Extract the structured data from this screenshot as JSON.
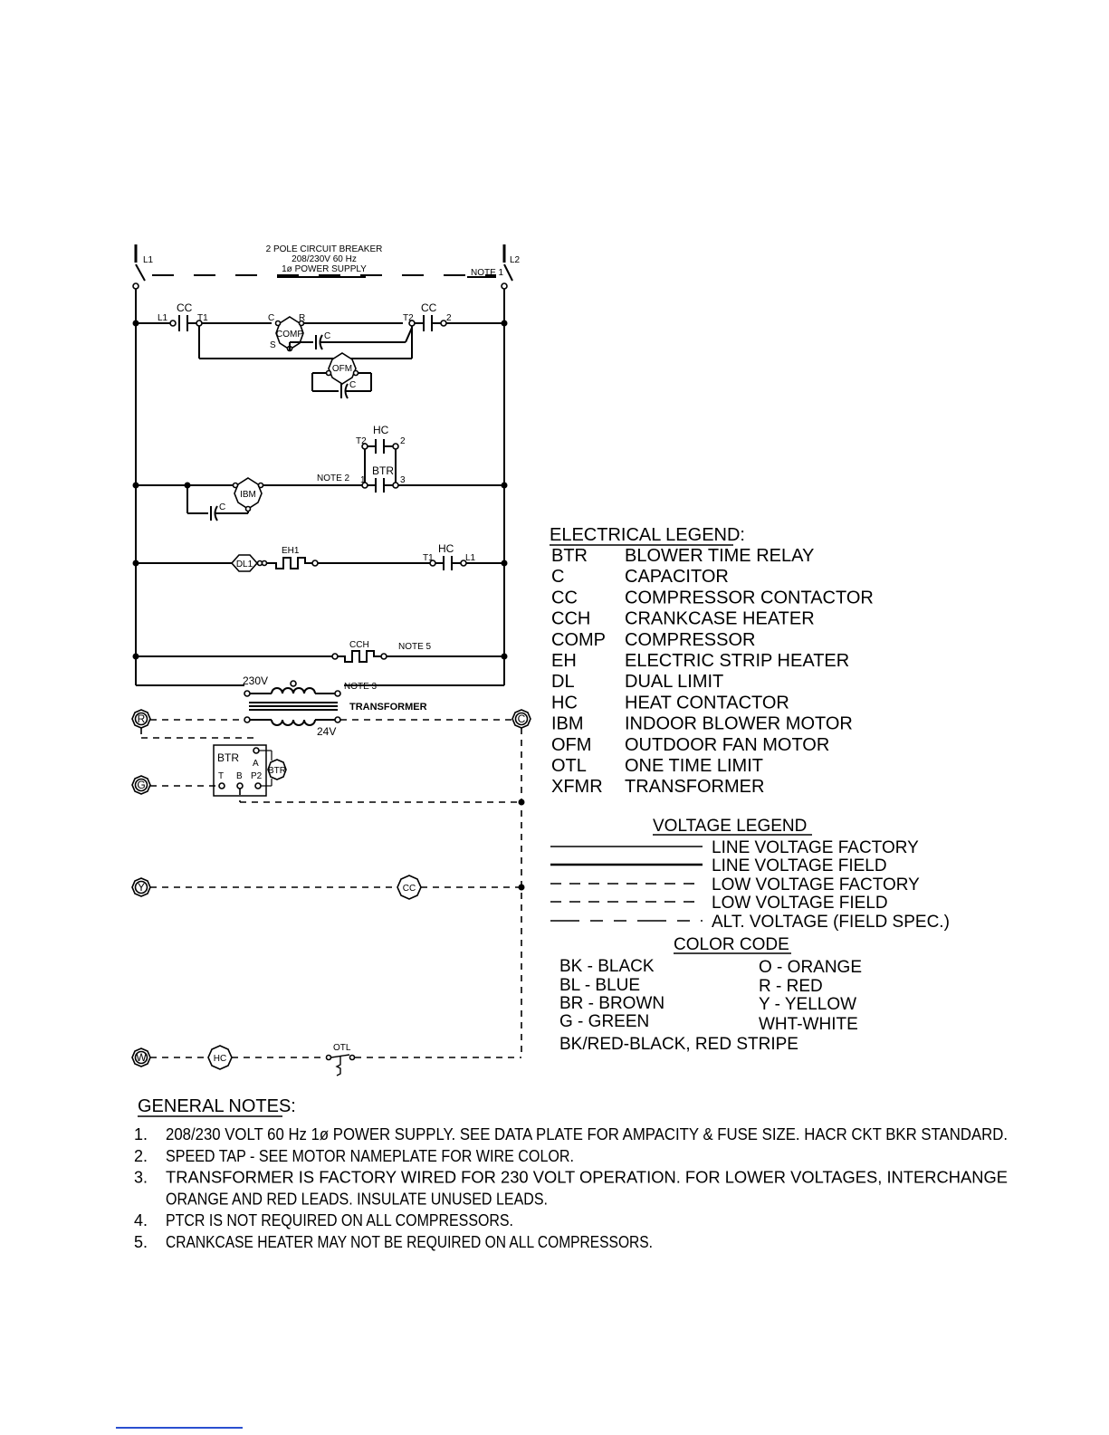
{
  "breaker": {
    "l1": "L1",
    "l2": "L2",
    "title": "2 POLE CIRCUIT BREAKER",
    "rating": "208/230V 60 Hz",
    "supply": "1ø POWER SUPPLY",
    "note": "NOTE 1"
  },
  "schematic": {
    "cc": "CC",
    "l1": "L1",
    "t1": "T1",
    "t2": "T2",
    "two": "2",
    "comp": "COMP",
    "c": "C",
    "r": "R",
    "s": "S",
    "ofm": "OFM",
    "hc": "HC",
    "btr": "BTR",
    "ibm": "IBM",
    "one": "1",
    "three": "3",
    "note2": "NOTE 2",
    "dl1": "DL1",
    "eh1": "EH1",
    "cch": "CCH",
    "note5": "NOTE 5",
    "v230": "230V",
    "note3": "NOTE 3",
    "transformer": "TRANSFORMER",
    "v24": "24V",
    "term_r": "R",
    "term_c": "C",
    "term_g": "G",
    "term_y": "Y",
    "term_w": "W",
    "btr_a": "A",
    "btr_t": "T",
    "btr_b": "B",
    "btr_p2": "P2",
    "otl": "OTL"
  },
  "electrical_legend": {
    "title": "ELECTRICAL LEGEND:",
    "items": [
      {
        "code": "BTR",
        "desc": "BLOWER TIME RELAY"
      },
      {
        "code": "C",
        "desc": "CAPACITOR"
      },
      {
        "code": "CC",
        "desc": "COMPRESSOR CONTACTOR"
      },
      {
        "code": "CCH",
        "desc": "CRANKCASE HEATER"
      },
      {
        "code": "COMP",
        "desc": "COMPRESSOR"
      },
      {
        "code": "EH",
        "desc": "ELECTRIC STRIP HEATER"
      },
      {
        "code": "DL",
        "desc": "DUAL LIMIT"
      },
      {
        "code": "HC",
        "desc": "HEAT CONTACTOR"
      },
      {
        "code": "IBM",
        "desc": "INDOOR BLOWER MOTOR"
      },
      {
        "code": "OFM",
        "desc": "OUTDOOR FAN MOTOR"
      },
      {
        "code": "OTL",
        "desc": "ONE TIME LIMIT"
      },
      {
        "code": "XFMR",
        "desc": "TRANSFORMER"
      }
    ]
  },
  "voltage_legend": {
    "title": "VOLTAGE LEGEND",
    "items": [
      {
        "label": "LINE VOLTAGE FACTORY",
        "style": "solid-thin"
      },
      {
        "label": "LINE VOLTAGE FIELD",
        "style": "solid"
      },
      {
        "label": "LOW VOLTAGE FACTORY",
        "style": "dashed"
      },
      {
        "label": "LOW VOLTAGE FIELD",
        "style": "dashed"
      },
      {
        "label": "ALT. VOLTAGE (FIELD SPEC.)",
        "style": "long-dash"
      }
    ]
  },
  "color_code": {
    "title": "COLOR CODE",
    "left": [
      "BK - BLACK",
      "BL - BLUE",
      "BR - BROWN",
      "G - GREEN"
    ],
    "right": [
      "O - ORANGE",
      "R - RED",
      "Y - YELLOW",
      "WHT-WHITE"
    ],
    "footer": "BK/RED-BLACK, RED STRIPE"
  },
  "general_notes": {
    "title": "GENERAL NOTES:",
    "items": [
      {
        "num": "1.",
        "text": "208/230 VOLT 60 Hz 1ø POWER SUPPLY. SEE DATA PLATE FOR AMPACITY & FUSE SIZE. HACR CKT BKR STANDARD."
      },
      {
        "num": "2.",
        "text": "SPEED TAP - SEE MOTOR NAMEPLATE FOR WIRE COLOR."
      },
      {
        "num": "3.",
        "text": "TRANSFORMER IS FACTORY WIRED FOR 230 VOLT OPERATION. FOR LOWER VOLTAGES, INTERCHANGE"
      },
      {
        "num": "",
        "text": "ORANGE AND RED LEADS. INSULATE UNUSED LEADS."
      },
      {
        "num": "4.",
        "text": "PTCR IS NOT REQUIRED ON ALL COMPRESSORS."
      },
      {
        "num": "5.",
        "text": "CRANKCASE HEATER MAY NOT BE REQUIRED ON ALL COMPRESSORS."
      }
    ]
  }
}
